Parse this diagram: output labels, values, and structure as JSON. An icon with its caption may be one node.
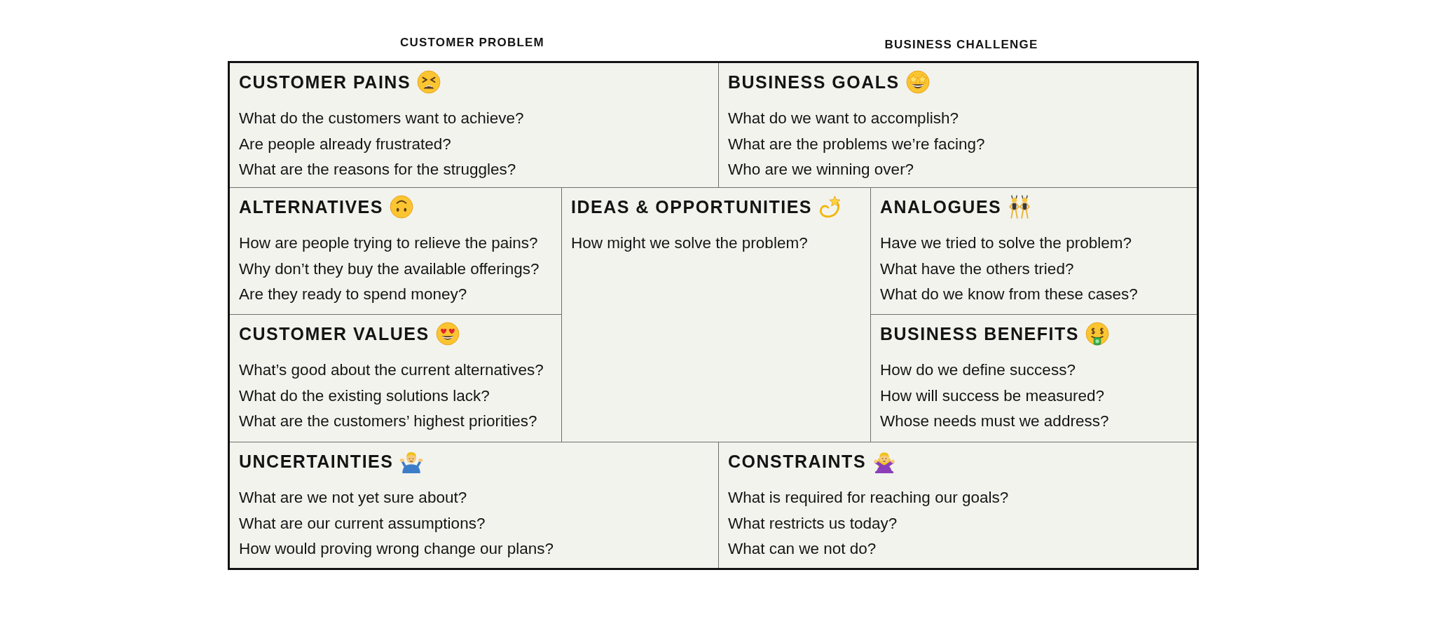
{
  "diagram": {
    "nodes": [
      {
        "text": [
          "CUSTOMER PAINS",
          "What do the customers want to achieve?",
          "Are people already frustrated?",
          "What are the reasons for the struggles?"
        ]
      },
      {
        "text": [
          "BUSINESS GOALS",
          "What do we want to accomplish?",
          "What are the problems we’re facing?",
          "Who are we winning over?"
        ]
      },
      {
        "text": [
          "ALTERNATIVES",
          "How are people trying to relieve the pains?",
          "Why don’t they buy the available offerings?",
          "Are they ready to spend money?"
        ]
      },
      {
        "text": [
          "IDEAS & OPPORTUNITIES",
          "How might we solve the problem?"
        ]
      },
      {
        "text": [
          "ANALOGUES",
          "Have we tried to solve the problem?",
          "What have the others tried?",
          "What do we know from these cases?"
        ]
      },
      {
        "text": [
          "CUSTOMER VALUES",
          "What’s good about the current alternatives?",
          "What do the existing solutions lack?",
          "What are the customers’ highest priorities?"
        ]
      },
      {
        "text": [
          "BUSINESS BENEFITS",
          "How do we define success?",
          "How will success be measured?",
          "Whose needs must we address?"
        ]
      },
      {
        "text": [
          "UNCERTAINTIES",
          "What are we not yet sure about?",
          "What are our current assumptions?",
          "How would proving wrong change our plans?"
        ]
      },
      {
        "text": [
          "CONSTRAINTS",
          "What is required for reaching our goals?",
          "What restricts us today?",
          "What can we not do?"
        ]
      }
    ],
    "labels": [
      "CUSTOMER PROBLEM",
      "BUSINESS CHALLENGE"
    ]
  }
}
